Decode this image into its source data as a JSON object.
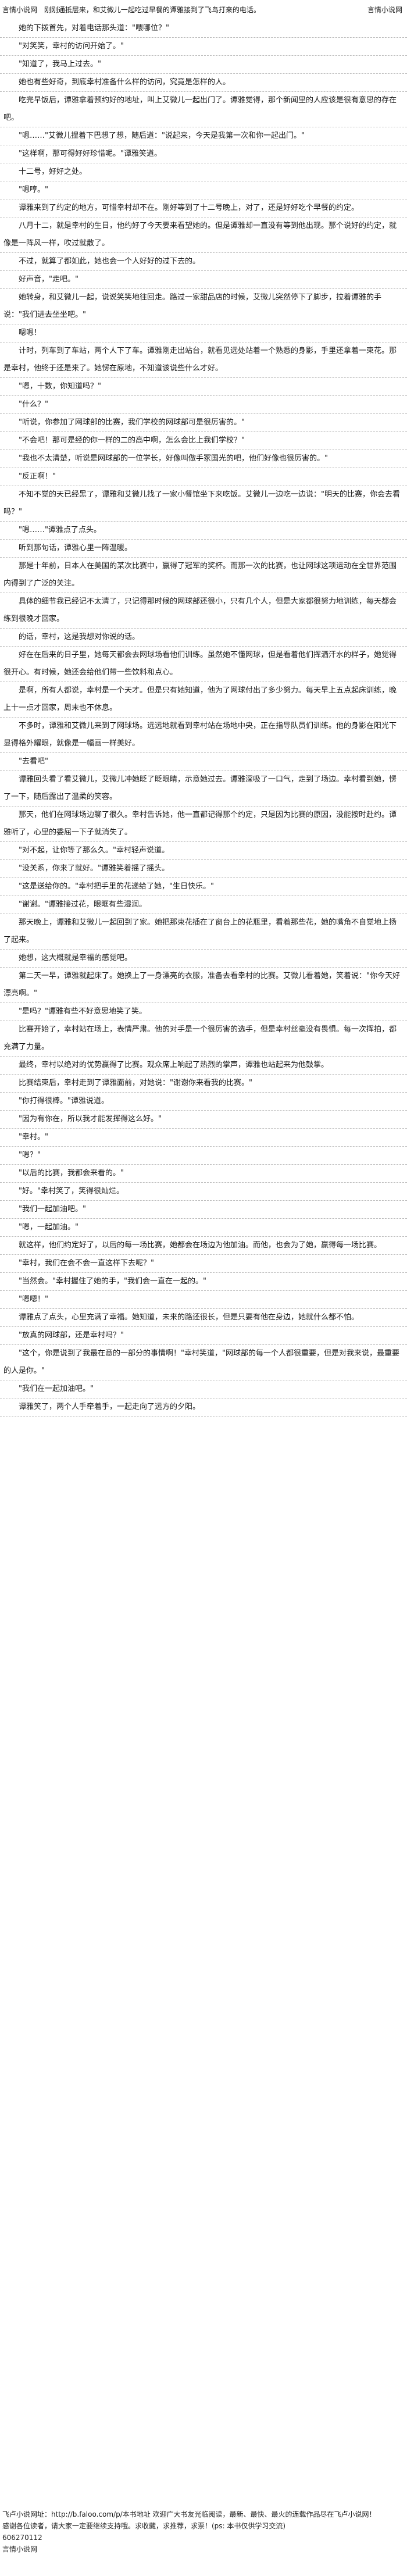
{
  "header": {
    "site_left": "言情小说网",
    "headline": "刚刚通抵层来，和艾微儿一起吃过早餐的谭雅接到了飞鸟打来的电话。",
    "site_right": "言情小说网"
  },
  "paragraphs": [
    "她的下拨首先，对着电话那头道：\"喂哪位？\"",
    "\"对笑笑，幸村的访问开始了。\"",
    "\"知道了，我马上过去。\"",
    "她也有些好奇，到底幸村准备什么样的访问，究竟是怎样的人。",
    "吃完早饭后，谭雅拿着预约好的地址，叫上艾微儿一起出门了。谭雅觉得，那个新闻里的人应该是很有意思的存在吧。",
    "\"嗯……\"艾微儿捏着下巴想了想，随后道：\"说起来，今天是我第一次和你一起出门。\"",
    "\"这样啊，那可得好好珍惜呢。\"谭雅笑道。",
    "十二号，好好之处。",
    "\"嗯哼。\"",
    "谭雅来到了约定的地方，可惜幸村却不在。刚好等到了十二号晚上，对了，还是好好吃个早餐的约定。",
    "八月十二，就是幸村的生日，他约好了今天要来看望她的。但是谭雅却一直没有等到他出现。那个说好的约定，就像是一阵风一样，吹过就散了。",
    "不过，就算了都如此，她也会一个人好好的过下去的。",
    "好声音，\"走吧。\"",
    "她转身，和艾微儿一起，说说笑笑地往回走。路过一家甜品店的时候，艾微儿突然停下了脚步，拉着谭雅的手说：\"我们进去坐坐吧。\"",
    "嗯嗯！",
    "计时，列车到了车站，两个人下了车。谭雅刚走出站台，就看见远处站着一个熟悉的身影，手里还拿着一束花。那是幸村，他终于还是来了。她愣在原地，不知道该说些什么才好。",
    "\"嗯，十数，你知道吗？\"",
    "\"什么？\"",
    "\"听说，你参加了网球部的比赛，我们学校的网球部可是很厉害的。\"",
    "\"不会吧！那可是经的你一样的二的高中啊，怎么会比上我们学校？\"",
    "\"我也不太清楚，听说是网球部的一位学长，好像叫做手冢国光的吧，他们好像也很厉害的。\"",
    "\"反正啊！\"",
    "不知不觉的天已经黑了，谭雅和艾微儿找了一家小餐馆坐下来吃饭。艾微儿一边吃一边说：\"明天的比赛，你会去看吗？\"",
    "\"嗯……\"谭雅点了点头。",
    "听到那句话，谭雅心里一阵温暖。",
    "那是十年前，日本人在美国的某次比赛中，赢得了冠军的奖杯。而那一次的比赛，也让网球这项运动在全世界范围内得到了广泛的关注。",
    "具体的细节我已经记不太清了，只记得那时候的网球部还很小，只有几个人，但是大家都很努力地训练，每天都会练到很晚才回家。",
    "的话，幸村，这是我想对你说的话。",
    "好在在后来的日子里，她每天都会去网球场看他们训练。虽然她不懂网球，但是看着他们挥洒汗水的样子，她觉得很开心。有时候，她还会给他们带一些饮料和点心。",
    "是啊，所有人都说，幸村是一个天才。但是只有她知道，他为了网球付出了多少努力。每天早上五点起床训练，晚上十一点才回家，周末也不休息。",
    "不多时，谭雅和艾微儿来到了网球场。远远地就看到幸村站在场地中央，正在指导队员们训练。他的身影在阳光下显得格外耀眼，就像是一幅画一样美好。",
    "\"去看吧\"",
    "谭雅回头看了看艾微儿，艾微儿冲她眨了眨眼睛，示意她过去。谭雅深吸了一口气，走到了场边。幸村看到她，愣了一下，随后露出了温柔的笑容。",
    "那天，他们在网球场边聊了很久。幸村告诉她，他一直都记得那个约定，只是因为比赛的原因，没能按时赴约。谭雅听了，心里的委屈一下子就消失了。",
    "\"对不起，让你等了那么久。\"幸村轻声说道。",
    "\"没关系，你来了就好。\"谭雅笑着摇了摇头。",
    "\"这是送给你的。\"幸村把手里的花递给了她，\"生日快乐。\"",
    "\"谢谢。\"谭雅接过花，眼眶有些湿润。",
    "那天晚上，谭雅和艾微儿一起回到了家。她把那束花插在了窗台上的花瓶里，看着那些花，她的嘴角不自觉地上扬了起来。",
    "她想，这大概就是幸福的感觉吧。",
    "第二天一早，谭雅就起床了。她换上了一身漂亮的衣服，准备去看幸村的比赛。艾微儿看着她，笑着说：\"你今天好漂亮啊。\"",
    "\"是吗？\"谭雅有些不好意思地笑了笑。",
    "比赛开始了，幸村站在场上，表情严肃。他的对手是一个很厉害的选手，但是幸村丝毫没有畏惧。每一次挥拍，都充满了力量。",
    "最终，幸村以绝对的优势赢得了比赛。观众席上响起了热烈的掌声，谭雅也站起来为他鼓掌。",
    "比赛结束后，幸村走到了谭雅面前，对她说：\"谢谢你来看我的比赛。\"",
    "\"你打得很棒。\"谭雅说道。",
    "\"因为有你在，所以我才能发挥得这么好。\"",
    "\"幸村。\"",
    "\"嗯？\"",
    "\"以后的比赛，我都会来看的。\"",
    "\"好。\"幸村笑了，笑得很灿烂。",
    "\"我们一起加油吧。\"",
    "\"嗯，一起加油。\"",
    "就这样，他们约定好了，以后的每一场比赛，她都会在场边为他加油。而他，也会为了她，赢得每一场比赛。",
    "\"幸村，我们在会不会一直这样下去呢？\"",
    "\"当然会。\"幸村握住了她的手，\"我们会一直在一起的。\"",
    "\"嗯嗯！\"",
    "谭雅点了点头，心里充满了幸福。她知道，未来的路还很长，但是只要有他在身边，她就什么都不怕。",
    "\"放真的网球部，还是幸村吗？\"",
    "\"这个，你是说到了我最在意的一部分的事情啊！\"幸村笑道，\"网球部的每一个人都很重要，但是对我来说，最重要的人是你。\"",
    "\"我们在一起加油吧。\"",
    "谭雅笑了，两个人手牵着手，一起走向了远方的夕阳。"
  ],
  "footer": {
    "site_line": "飞卢小说网址：http://b.faloo.com/p/本书地址  欢迎广大书友光临阅读，最新、最快、最火的连载作品尽在飞卢小说网！",
    "thanks_line": "感谢各位读者，请大家一定要继续支持哦。求收藏，求推荐，求票！(ps: 本书仅供学习交流)",
    "id_line": "606270112",
    "site_bottom": "言情小说网"
  }
}
